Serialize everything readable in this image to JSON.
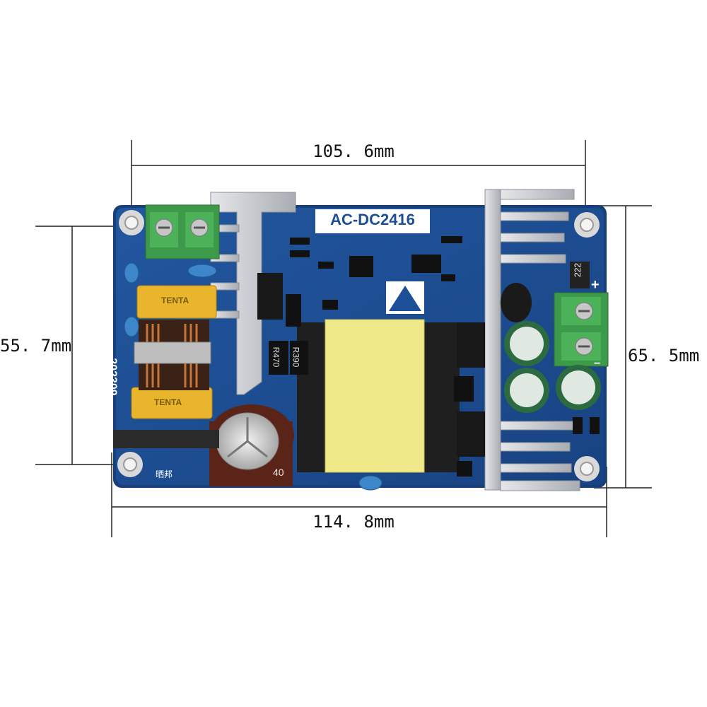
{
  "dimensions": {
    "top": "105. 6mm",
    "bottom": "114. 8mm",
    "left": "55. 7mm",
    "right": "65. 5mm"
  },
  "board": {
    "model": "AC-DC2416",
    "date_code": "202309",
    "maker_mark": "晒邦",
    "capacitor_code": "222",
    "resistor_1": "R470",
    "resistor_2": "R390",
    "relay_brand": "TENTA",
    "plus_sign": "+",
    "minus_sign": "−",
    "cap_text": "40"
  },
  "colors": {
    "pcb": "#1d4f96",
    "pcb_edge": "#173f7a",
    "heatsink": "#c9ccd1",
    "terminal": "#3c9a4a",
    "transformer": "#efe98a",
    "relay": "#e8b52c",
    "cap_green": "#2c6b40",
    "cap_brown": "#5a2418"
  }
}
